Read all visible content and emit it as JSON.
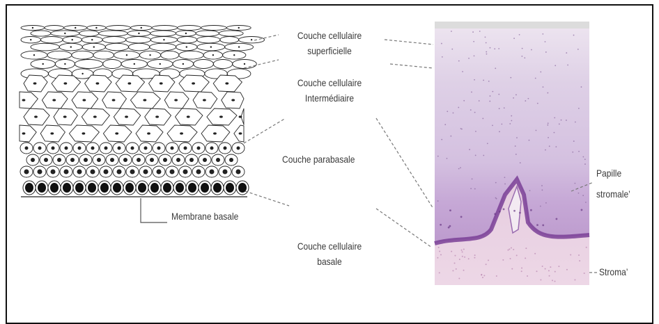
{
  "labels": {
    "superficial": [
      "Couche cellulaire",
      "superficielle"
    ],
    "intermediate": [
      "Couche cellulaire",
      "Intermédiaire"
    ],
    "parabasal": "Couche parabasale",
    "basal": [
      "Couche cellulaire",
      "basale"
    ],
    "membrane": "Membrane basale",
    "papille": [
      "Papille",
      "stromale’"
    ],
    "stroma": "Stroma’"
  },
  "colors": {
    "frame": "#111111",
    "label_text": "#3a3a3a",
    "leader_line": "#777777",
    "histo_background": "#d9c2e0",
    "histo_basal": "#7a3f97",
    "stroma": "#e4c6da"
  }
}
